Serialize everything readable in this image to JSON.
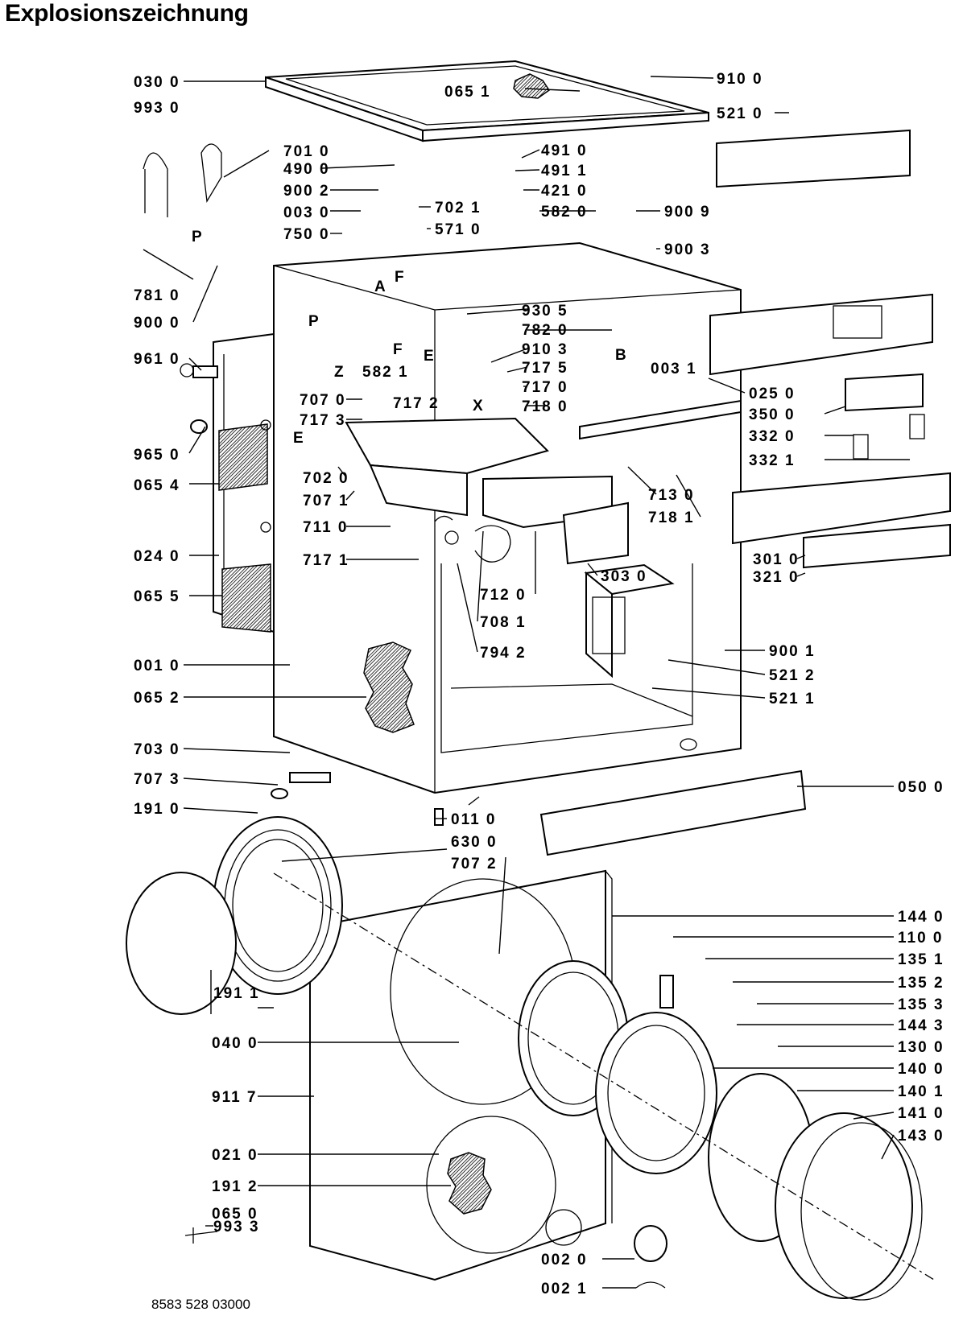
{
  "title": "Explosionszeichnung",
  "document_number": "8583 528 03000",
  "letter_markers": [
    "P",
    "A",
    "F",
    "F",
    "E",
    "Z",
    "B",
    "X",
    "E",
    "P"
  ],
  "callouts_left": [
    "030 0",
    "993 0",
    "701 0",
    "490 0",
    "900 2",
    "003 0",
    "750 0",
    "781 0",
    "900 0",
    "961 0",
    "965 0",
    "065 4",
    "024 0",
    "065 5",
    "707 0",
    "717 3",
    "702 0",
    "707 1",
    "711 0",
    "717 1",
    "001 0",
    "065 2",
    "703 0",
    "707 3",
    "191 0",
    "191 1",
    "040 0",
    "911 7",
    "021 0",
    "191 2",
    "065 0",
    "993 3",
    "582 1"
  ],
  "callouts_center": [
    "065 1",
    "702 1",
    "571 0",
    "930 5",
    "782 0",
    "910 3",
    "717 5",
    "717 0",
    "718 0",
    "717 2",
    "708 1",
    "794 2",
    "712 0",
    "303 0",
    "011 0",
    "630 0",
    "707 2",
    "002 0",
    "002 1",
    "491 0",
    "491 1",
    "421 0",
    "582 0"
  ],
  "callouts_right": [
    "910 0",
    "521 0",
    "900 9",
    "900 3",
    "003 1",
    "025 0",
    "350 0",
    "332 0",
    "332 1",
    "713 0",
    "718 1",
    "301 0",
    "321 0",
    "900 1",
    "521 2",
    "521 1",
    "050 0",
    "144 0",
    "110 0",
    "135 1",
    "135 2",
    "135 3",
    "144 3",
    "130 0",
    "140 0",
    "140 1",
    "141 0",
    "143 0"
  ]
}
